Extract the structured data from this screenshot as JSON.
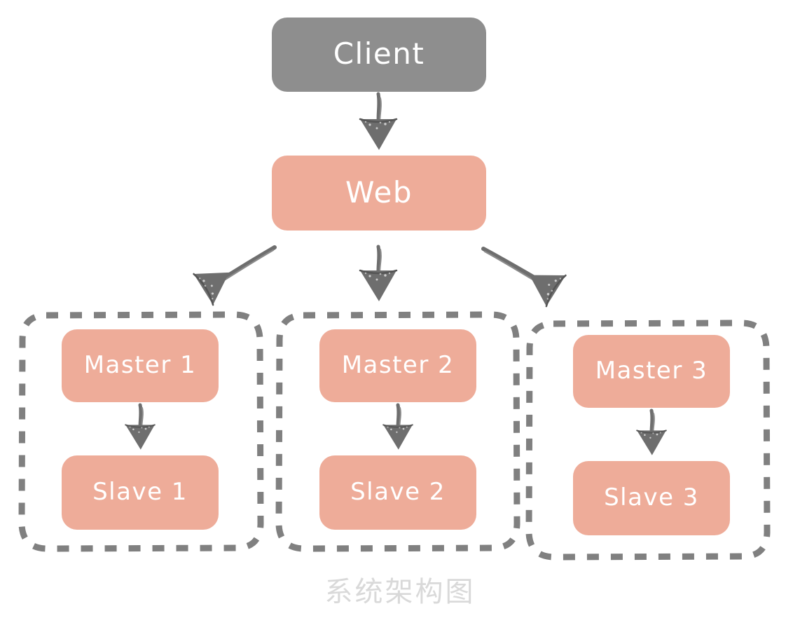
{
  "diagram": {
    "caption": "系统架构图",
    "colors": {
      "client_fill": "#8e8e8e",
      "node_fill": "#eeac99",
      "node_text": "#ffffff",
      "arrow": "#6e6e6e",
      "group_border": "#808080",
      "caption_text": "#d9d9d9",
      "background": "#ffffff"
    },
    "nodes": {
      "client": {
        "label": "Client"
      },
      "web": {
        "label": "Web"
      }
    },
    "groups": [
      {
        "name": "group-1",
        "master": {
          "label": "Master 1"
        },
        "slave": {
          "label": "Slave 1"
        }
      },
      {
        "name": "group-2",
        "master": {
          "label": "Master 2"
        },
        "slave": {
          "label": "Slave 2"
        }
      },
      {
        "name": "group-3",
        "master": {
          "label": "Master 3"
        },
        "slave": {
          "label": "Slave 3"
        }
      }
    ],
    "connections": [
      {
        "from": "Client",
        "to": "Web",
        "style": "arrow-down"
      },
      {
        "from": "Web",
        "to": "Master 1",
        "style": "arrow-diagonal-left"
      },
      {
        "from": "Web",
        "to": "Master 2",
        "style": "arrow-down"
      },
      {
        "from": "Web",
        "to": "Master 3",
        "style": "arrow-diagonal-right"
      },
      {
        "from": "Master 1",
        "to": "Slave 1",
        "style": "arrow-down"
      },
      {
        "from": "Master 2",
        "to": "Slave 2",
        "style": "arrow-down"
      },
      {
        "from": "Master 3",
        "to": "Slave 3",
        "style": "arrow-down"
      }
    ]
  }
}
